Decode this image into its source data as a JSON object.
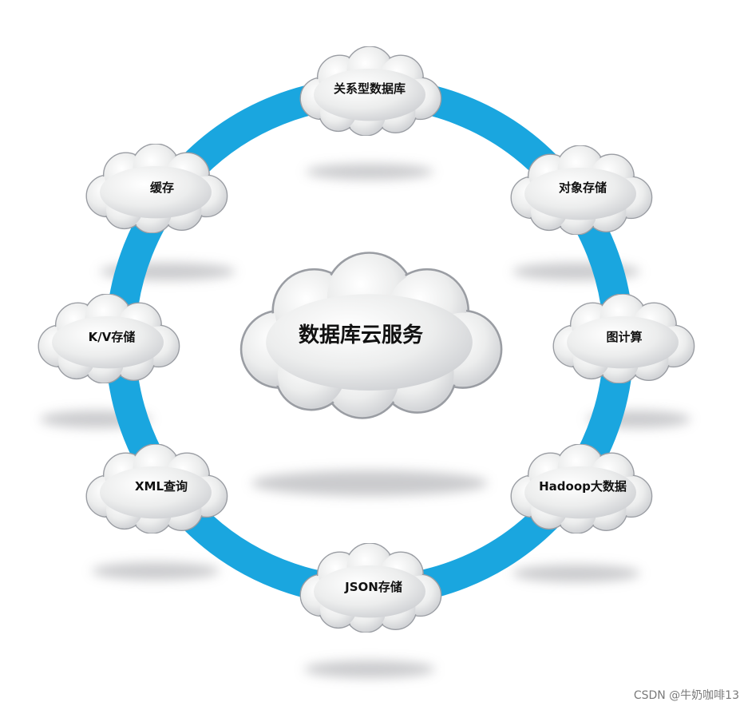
{
  "diagram": {
    "center": {
      "label": "数据库云服务"
    },
    "nodes": [
      {
        "id": "relational-db",
        "label": "关系型数据库"
      },
      {
        "id": "object-storage",
        "label": "对象存储"
      },
      {
        "id": "graph-computing",
        "label": "图计算"
      },
      {
        "id": "hadoop-bigdata",
        "label": "Hadoop大数据"
      },
      {
        "id": "json-storage",
        "label": "JSON存储"
      },
      {
        "id": "xml-query",
        "label": "XML查询"
      },
      {
        "id": "kv-storage",
        "label": "K/V存储"
      },
      {
        "id": "cache",
        "label": "缓存"
      }
    ]
  },
  "colors": {
    "ring": "#1aa6df",
    "cloud_fill_light": "#ffffff",
    "cloud_fill_dark": "#c9cbcf",
    "cloud_stroke": "#9a9da3",
    "shadow": "#b9babd",
    "label": "#111111"
  },
  "watermark": "CSDN @牛奶咖啡13"
}
